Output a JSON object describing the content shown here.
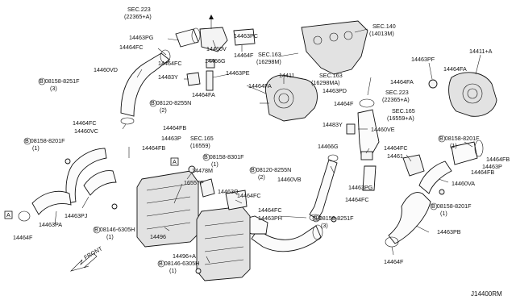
{
  "diagram": {
    "drawing_number": "J14400RM",
    "front_label": "FRONT",
    "labels": [
      {
        "id": "l1",
        "text": "SEC.223"
      },
      {
        "id": "l2",
        "text": "(22365+A)"
      },
      {
        "id": "l3",
        "text": "14463PG"
      },
      {
        "id": "l4",
        "text": "14464FC"
      },
      {
        "id": "l5",
        "text": "14460VD"
      },
      {
        "id": "l6",
        "text": "B 08158-8251F"
      },
      {
        "id": "l7",
        "text": "(3)"
      },
      {
        "id": "l8",
        "text": "14460V"
      },
      {
        "id": "l9",
        "text": "14463PC"
      },
      {
        "id": "l10",
        "text": "14464F"
      },
      {
        "id": "l11",
        "text": "14464FC"
      },
      {
        "id": "l12",
        "text": "14466G"
      },
      {
        "id": "l13",
        "text": "14483Y"
      },
      {
        "id": "l14",
        "text": "14463PE"
      },
      {
        "id": "l15",
        "text": "14464FA"
      },
      {
        "id": "l16",
        "text": "14464FA"
      },
      {
        "id": "l17",
        "text": "SEC.140"
      },
      {
        "id": "l18",
        "text": "(14013M)"
      },
      {
        "id": "l19",
        "text": "SEC.163"
      },
      {
        "id": "l20",
        "text": "(16298M)"
      },
      {
        "id": "l21",
        "text": "14411"
      },
      {
        "id": "l22",
        "text": "B 08120-8255N"
      },
      {
        "id": "l23",
        "text": "(2)"
      },
      {
        "id": "l24",
        "text": "14464FC"
      },
      {
        "id": "l25",
        "text": "14460VC"
      },
      {
        "id": "l26",
        "text": "B 08158-8201F"
      },
      {
        "id": "l27",
        "text": "(1)"
      },
      {
        "id": "l28",
        "text": "14464FB"
      },
      {
        "id": "l29",
        "text": "14463P"
      },
      {
        "id": "l30",
        "text": "14464FB"
      },
      {
        "id": "l31",
        "text": "SEC.165"
      },
      {
        "id": "l32",
        "text": "(16559)"
      },
      {
        "id": "l33",
        "text": "B 08158-8301F"
      },
      {
        "id": "l34",
        "text": "(1)"
      },
      {
        "id": "l35",
        "text": "B 08120-8255N"
      },
      {
        "id": "l36",
        "text": "(2)"
      },
      {
        "id": "l37",
        "text": "14478M"
      },
      {
        "id": "l38",
        "text": "16557P"
      },
      {
        "id": "l39",
        "text": "14463Q"
      },
      {
        "id": "l40",
        "text": "14464FC"
      },
      {
        "id": "l41",
        "text": "14464FC"
      },
      {
        "id": "l42",
        "text": "14463PH"
      },
      {
        "id": "l43",
        "text": "14460VB"
      },
      {
        "id": "l44",
        "text": "14463PF"
      },
      {
        "id": "l45",
        "text": "14411+A"
      },
      {
        "id": "l46",
        "text": "14464FA"
      },
      {
        "id": "l47",
        "text": "14464FA"
      },
      {
        "id": "l48",
        "text": "SEC.163"
      },
      {
        "id": "l49",
        "text": "(16298MA)"
      },
      {
        "id": "l50",
        "text": "14463PD"
      },
      {
        "id": "l51",
        "text": "SEC.223"
      },
      {
        "id": "l52",
        "text": "(22365+A)"
      },
      {
        "id": "l53",
        "text": "14464F"
      },
      {
        "id": "l54",
        "text": "SEC.165"
      },
      {
        "id": "l55",
        "text": "(16559+A)"
      },
      {
        "id": "l56",
        "text": "14483Y"
      },
      {
        "id": "l57",
        "text": "14460VE"
      },
      {
        "id": "l58",
        "text": "14466G"
      },
      {
        "id": "l59",
        "text": "14464FC"
      },
      {
        "id": "l60",
        "text": "14461"
      },
      {
        "id": "l61",
        "text": "14463PG"
      },
      {
        "id": "l62",
        "text": "14464FC"
      },
      {
        "id": "l63",
        "text": "B 08158-8201F"
      },
      {
        "id": "l64",
        "text": "(1)"
      },
      {
        "id": "l65",
        "text": "14464FB"
      },
      {
        "id": "l66",
        "text": "14463P"
      },
      {
        "id": "l67",
        "text": "14464FB"
      },
      {
        "id": "l68",
        "text": "14460VA"
      },
      {
        "id": "l69",
        "text": "B 08158-8201F"
      },
      {
        "id": "l70",
        "text": "(1)"
      },
      {
        "id": "l71",
        "text": "14463PB"
      },
      {
        "id": "l72",
        "text": "14464F"
      },
      {
        "id": "l73",
        "text": "B 08158-8251F"
      },
      {
        "id": "l74",
        "text": "(3)"
      },
      {
        "id": "l75",
        "text": "14463PJ"
      },
      {
        "id": "l76",
        "text": "14463PA"
      },
      {
        "id": "l77",
        "text": "14464F"
      },
      {
        "id": "l78",
        "text": "B 08146-6305H"
      },
      {
        "id": "l79",
        "text": "(1)"
      },
      {
        "id": "l80",
        "text": "14496"
      },
      {
        "id": "l81",
        "text": "14496+A"
      },
      {
        "id": "l82",
        "text": "B 08146-6305H"
      },
      {
        "id": "l83",
        "text": "(1)"
      },
      {
        "id": "l84",
        "text": "A"
      },
      {
        "id": "l85",
        "text": "A"
      }
    ]
  }
}
